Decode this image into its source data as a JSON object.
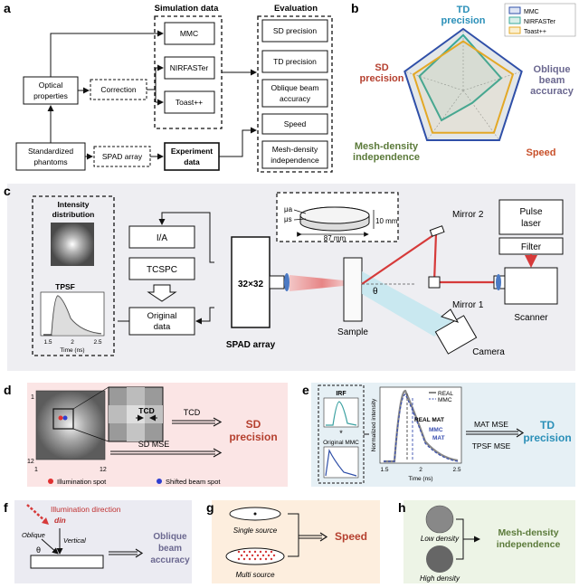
{
  "panel_a": {
    "label": "a",
    "simulation_header": "Simulation data",
    "evaluation_header": "Evaluation",
    "optical_properties": [
      "Optical",
      "properties"
    ],
    "correction": "Correction",
    "standardized_phantoms": [
      "Standardized",
      "phantoms"
    ],
    "spad_array": "SPAD array",
    "experiment_data": [
      "Experiment",
      "data"
    ],
    "sim_items": [
      "MMC",
      "NIRFASTer",
      "Toast++"
    ],
    "eval_items": [
      "SD precision",
      "TD precision",
      "Oblique beam accuracy",
      "Speed",
      "Mesh-density independence"
    ],
    "eval_lines": [
      [
        "SD precision"
      ],
      [
        "TD precision"
      ],
      [
        "Oblique beam",
        "accuracy"
      ],
      [
        "Speed"
      ],
      [
        "Mesh-density",
        "independence"
      ]
    ]
  },
  "panel_b": {
    "label": "b",
    "axes": [
      {
        "lines": [
          "TD",
          "precision"
        ],
        "color": "#2a8fb8"
      },
      {
        "lines": [
          "Oblique",
          "beam",
          "accuracy"
        ],
        "color": "#6b6890"
      },
      {
        "lines": [
          "Speed"
        ],
        "color": "#c8502a"
      },
      {
        "lines": [
          "Mesh-density",
          "independence"
        ],
        "color": "#5b7a3a"
      },
      {
        "lines": [
          "SD",
          "precision"
        ],
        "color": "#b5402f"
      }
    ],
    "legend": [
      {
        "name": "MMC",
        "color": "#2f4fa8"
      },
      {
        "name": "NIRFASTer",
        "color": "#3aa89a"
      },
      {
        "name": "Toast++",
        "color": "#e3a826"
      }
    ],
    "chart_data": {
      "type": "radar",
      "axes": [
        "TD precision",
        "Oblique beam accuracy",
        "Speed",
        "Mesh-density independence",
        "SD precision"
      ],
      "rmax": 1,
      "series": [
        {
          "name": "MMC",
          "values": [
            1.0,
            1.0,
            1.0,
            1.0,
            1.0
          ]
        },
        {
          "name": "NIRFASTer",
          "values": [
            0.9,
            0.65,
            0.25,
            0.6,
            0.75
          ]
        },
        {
          "name": "Toast++",
          "values": [
            0.8,
            0.85,
            0.85,
            0.85,
            0.85
          ]
        }
      ]
    }
  },
  "panel_c": {
    "label": "c",
    "intensity": [
      "Intensity",
      "distribution"
    ],
    "tpsf": "TPSF",
    "tpsf_ticks": [
      "1.5",
      "2",
      "2.5"
    ],
    "tpsf_xlabel": "Time (ns)",
    "ia": "I/A",
    "tcspc": "TCSPC",
    "original": [
      "Original",
      "data"
    ],
    "spad_size": "32×32",
    "spad_label": "SPAD array",
    "mu_a": "μa",
    "mu_s": "μs",
    "thickness": "10 mm",
    "diameter": "87 mm",
    "theta": "θ",
    "sample": "Sample",
    "mirror2": "Mirror 2",
    "mirror1": "Mirror 1",
    "pulse_laser": [
      "Pulse",
      "laser"
    ],
    "filter": "Filter",
    "scanner": "Scanner",
    "camera": "Camera"
  },
  "panel_d": {
    "label": "d",
    "tcd": "TCD",
    "arrow_top": "TCD",
    "arrow_bottom": "SD MSE",
    "result": [
      "SD",
      "precision"
    ],
    "axis": [
      "1",
      "12",
      "1",
      "12"
    ],
    "legend_illum": "Illumination spot",
    "legend_shift": "Shifted beam spot"
  },
  "panel_e": {
    "label": "e",
    "irf": "IRF",
    "star": "*",
    "original_mmc": "Original MMC",
    "ylabel": "Normalized intensity",
    "xticks": [
      "1.5",
      "2",
      "2.5"
    ],
    "xlabel": "Time (ns)",
    "legend": [
      "REAL",
      "MMC"
    ],
    "real_mat": "REAL MAT",
    "mmc_mat": [
      "MMC",
      "MAT"
    ],
    "arrow_top": "MAT MSE",
    "arrow_bottom": "TPSF MSE",
    "result": [
      "TD",
      "precision"
    ]
  },
  "panel_f": {
    "label": "f",
    "illum": "Illumination direction",
    "d_in": "din",
    "oblique": "Oblique",
    "vertical": "Vertical",
    "theta": "θ",
    "result": [
      "Oblique",
      "beam",
      "accuracy"
    ]
  },
  "panel_g": {
    "label": "g",
    "single": "Single source",
    "multi": "Multi source",
    "result": "Speed"
  },
  "panel_h": {
    "label": "h",
    "low": "Low density",
    "high": "High density",
    "result": [
      "Mesh-density",
      "independence"
    ]
  }
}
